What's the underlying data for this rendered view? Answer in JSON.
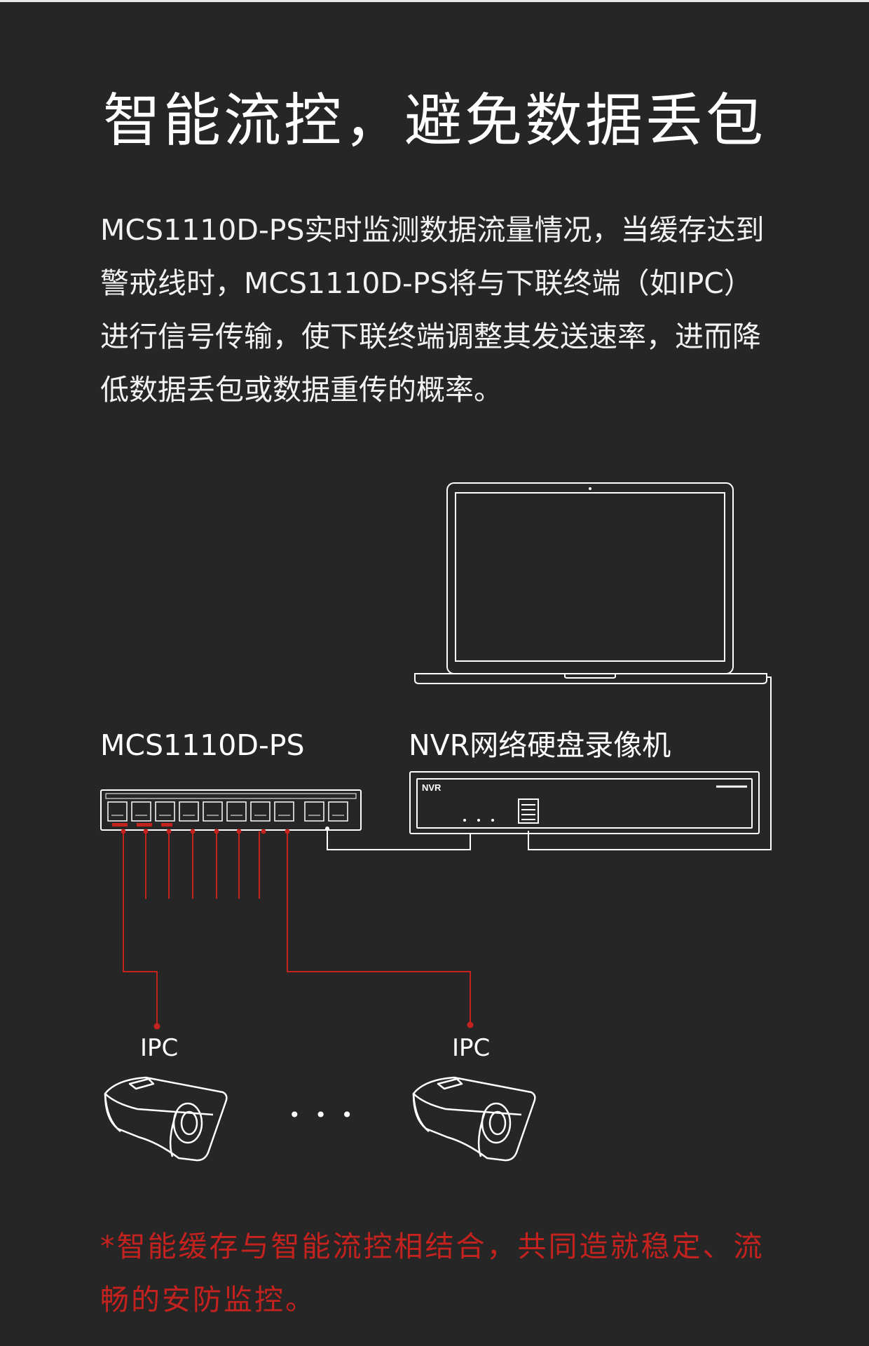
{
  "headline": "智能流控，避免数据丢包",
  "description": "MCS1110D-PS实时监测数据流量情况，当缓存达到警戒线时，MCS1110D-PS将与下联终端（如IPC）进行信号传输，使下联终端调整其发送速率，进而降低数据丢包或数据重传的概率。",
  "diagram": {
    "switch_label": "MCS1110D-PS",
    "nvr_label": "NVR网络硬盘录像机",
    "nvr_panel_text": "NVR",
    "camera_left_label": "IPC",
    "camera_right_label": "IPC",
    "ellipsis": "• • •"
  },
  "note": "*智能缓存与智能流控相结合，共同造就稳定、流畅的安防监控。",
  "colors": {
    "background": "#262626",
    "line": "#ffffff",
    "accent": "#c4221f"
  }
}
